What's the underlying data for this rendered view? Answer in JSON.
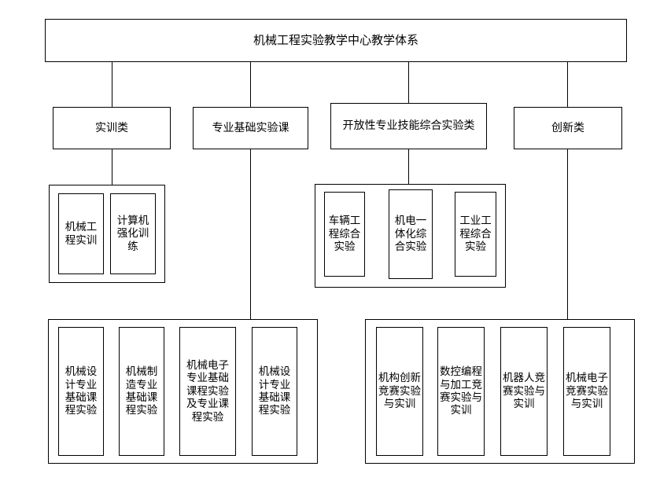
{
  "diagram": {
    "title": "机械工程实验教学中心教学体系",
    "categories": [
      {
        "id": "shixun",
        "label": "实训类"
      },
      {
        "id": "zhuanye-jichu",
        "label": "专业基础实验课"
      },
      {
        "id": "kaifangxing",
        "label": "开放性专业技能综合实验类"
      },
      {
        "id": "chuangxin",
        "label": "创新类"
      }
    ],
    "groups": [
      {
        "id": "shixun-group",
        "items": [
          {
            "label": "机械工程实训"
          },
          {
            "label": "计算机强化训练"
          }
        ]
      },
      {
        "id": "kaifangxing-group",
        "items": [
          {
            "label": "车辆工程综合实验"
          },
          {
            "label": "机电一体化综合实验"
          },
          {
            "label": "工业工程综合实验"
          }
        ]
      },
      {
        "id": "zhuanye-jichu-group",
        "items": [
          {
            "label": "机械设计专业基础课程实验"
          },
          {
            "label": "机械制造专业基础课程实验"
          },
          {
            "label": "机械电子专业基础课程实验及专业课程实验"
          },
          {
            "label": "机械设计专业基础课程实验"
          }
        ]
      },
      {
        "id": "chuangxin-group",
        "items": [
          {
            "label": "机构创新竞赛实验与实训"
          },
          {
            "label": "数控编程与加工竞赛实验与实训"
          },
          {
            "label": "机器人竞赛实验与实训"
          },
          {
            "label": "机械电子竞赛实验与实训"
          }
        ]
      }
    ],
    "colors": {
      "stroke": "#000000",
      "fill": "#ffffff",
      "text": "#000000"
    }
  }
}
